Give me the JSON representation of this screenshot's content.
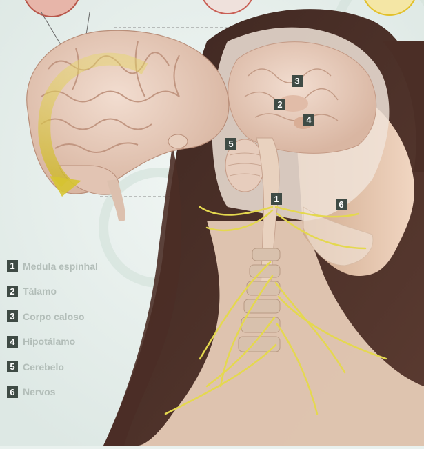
{
  "colors": {
    "background": "#e9f1ee",
    "marker_fill": "#3f4b45",
    "legend_text": "#b2bdb8",
    "nerve": "#e4d84f",
    "arrow": "#d6c431"
  },
  "markers": [
    {
      "num": "1"
    },
    {
      "num": "2"
    },
    {
      "num": "3"
    },
    {
      "num": "4"
    },
    {
      "num": "5"
    },
    {
      "num": "6"
    }
  ],
  "legend": [
    {
      "num": "1",
      "label": "Medula espinhal"
    },
    {
      "num": "2",
      "label": "Tálamo"
    },
    {
      "num": "3",
      "label": "Corpo caloso"
    },
    {
      "num": "4",
      "label": "Hipotálamo"
    },
    {
      "num": "5",
      "label": "Cerebelo"
    },
    {
      "num": "6",
      "label": "Nervos"
    }
  ]
}
